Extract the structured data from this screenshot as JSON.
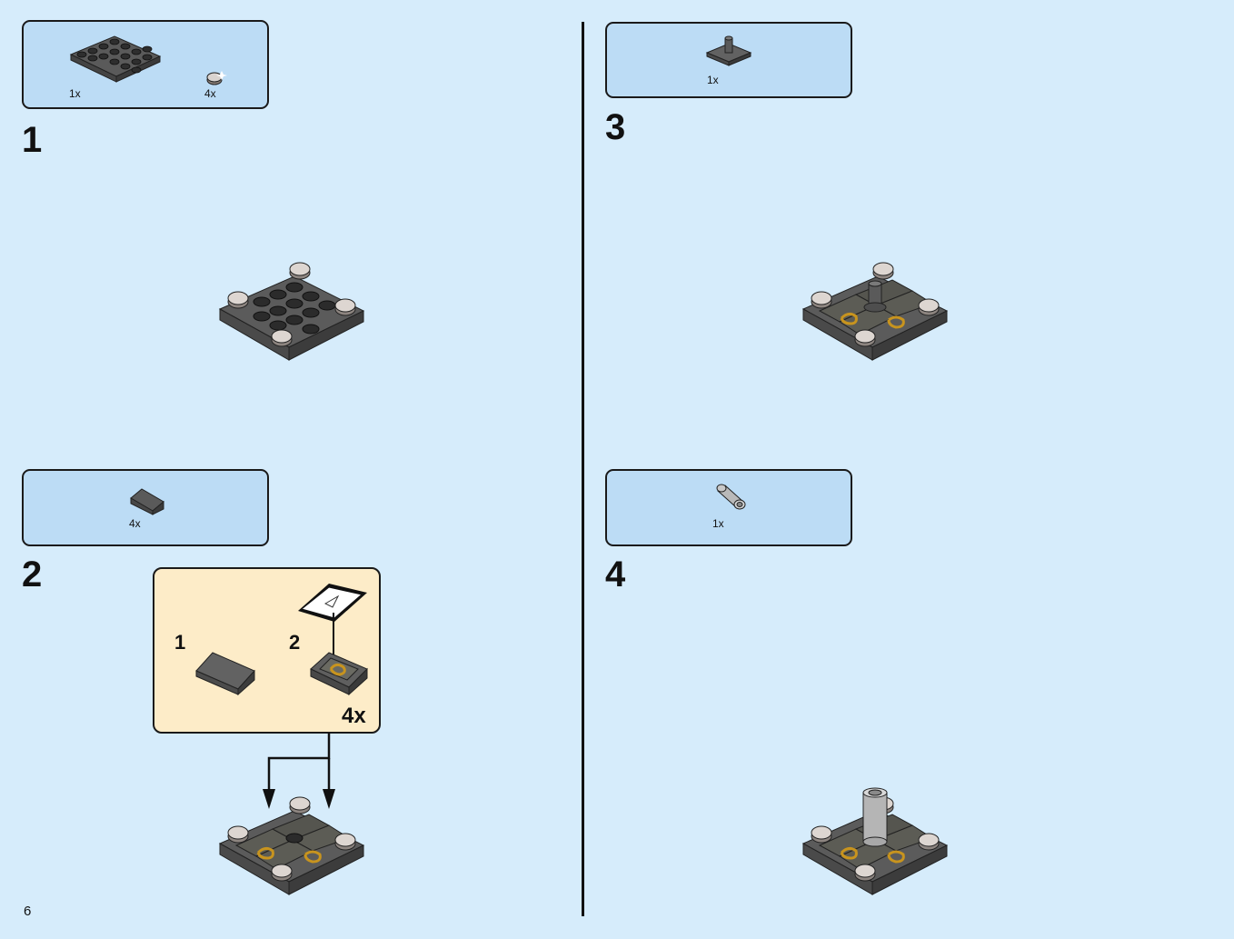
{
  "page_number": "6",
  "steps": [
    {
      "number": "1",
      "parts": [
        {
          "qty": "1x",
          "icon": "plate-4x4-icon"
        },
        {
          "qty": "4x",
          "icon": "round-tile-icon"
        }
      ]
    },
    {
      "number": "2",
      "parts": [
        {
          "qty": "4x",
          "icon": "slope-brick-icon"
        }
      ],
      "callout": {
        "sub_steps": [
          "1",
          "2"
        ],
        "multiplier": "4x"
      }
    },
    {
      "number": "3",
      "parts": [
        {
          "qty": "1x",
          "icon": "antenna-plate-icon"
        }
      ]
    },
    {
      "number": "4",
      "parts": [
        {
          "qty": "1x",
          "icon": "pipe-icon"
        }
      ]
    }
  ],
  "colors": {
    "background": "#d6ecfb",
    "parts_box": "#bcdcf5",
    "callout": "#fdecc8",
    "brick_dark": "#4b4b4b",
    "accent_gold": "#c8941e"
  }
}
